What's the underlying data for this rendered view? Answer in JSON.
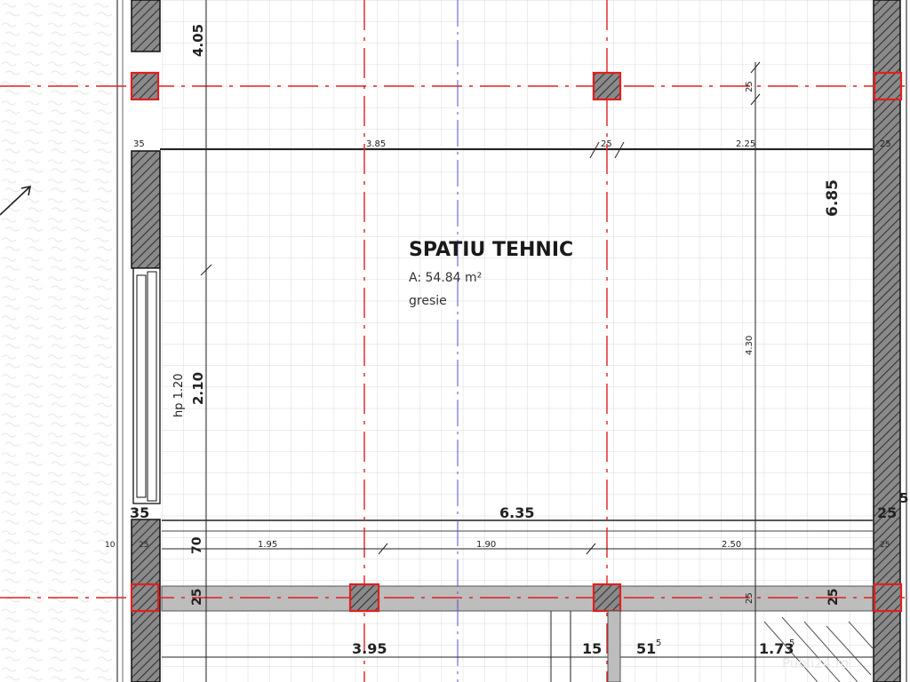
{
  "room": {
    "name": "SPATIU TEHNIC",
    "area": "A: 54.84 m²",
    "finish": "gresie"
  },
  "dimensions": {
    "top_vertical": "4.05",
    "upper_row_left": "35",
    "upper_row_1": "3.85",
    "upper_row_2": "25",
    "upper_row_3": "2.25",
    "upper_row_right": "25",
    "diag_25_top": "25",
    "height_right": "6.85",
    "height_inner": "4.30",
    "window_hp": "hp 1.20",
    "window_height": "2.10",
    "lower_left": "35",
    "lower_total": "6.35",
    "lower_right": "25",
    "row3_10": "10",
    "row3_25a": "25",
    "row3_70": "70",
    "row3_195": "1.95",
    "row3_190": "1.90",
    "row3_250": "2.50",
    "row3_25b": "25",
    "beam_25_left": "25",
    "beam_25_mid": "25",
    "beam_25_right": "25",
    "bottom_395": "3.95",
    "bottom_15": "15",
    "bottom_51": "51",
    "bottom_51_sup": "5",
    "bottom_173": "1.73",
    "bottom_173_sup": "5",
    "right_edge_5": "5"
  },
  "watermark": "Publi24.ro",
  "colors": {
    "axis_red": "#e02020",
    "wall_fill": "#888888",
    "grid": "#d6d6d6",
    "axis_blue": "#5050d0"
  }
}
